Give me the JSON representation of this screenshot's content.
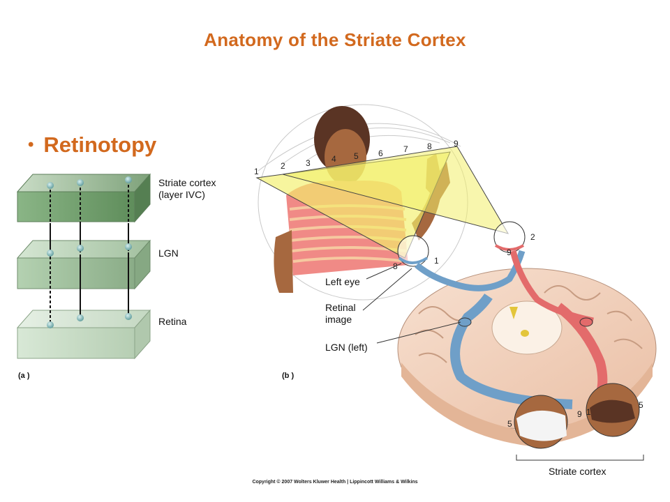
{
  "slide": {
    "title": "Anatomy of the Striate Cortex",
    "bullet": "Retinotopy"
  },
  "panel_a": {
    "tag": "(a )",
    "labels": {
      "striate": [
        "Striate cortex",
        "(layer IVC)"
      ],
      "lgn": "LGN",
      "retina": "Retina"
    }
  },
  "panel_b": {
    "tag": "(b )",
    "labels": {
      "left_eye": "Left eye",
      "retinal_image": [
        "Retinal",
        "image"
      ],
      "lgn_left": "LGN (left)",
      "striate_cortex": "Striate cortex"
    },
    "field_numbers": [
      "1",
      "2",
      "3",
      "4",
      "5",
      "6",
      "7",
      "8",
      "9"
    ],
    "eye_numbers": {
      "left_eye_8": "8",
      "left_eye_1": "1",
      "right_eye_9": "9",
      "right_eye_2": "2",
      "cortex_left_5": "5",
      "cortex_left_9": "9",
      "cortex_right_1": "1",
      "cortex_right_5": "5"
    }
  },
  "copyright": "Copyright © 2007 Wolters Kluwer Health | Lippincott Williams & Wilkins",
  "colors": {
    "title": "#d2691e",
    "slab_top": "#b7cfb4",
    "slab_front": "#8fb28b",
    "visual_field": "#f3ef6a",
    "optic_blue": "#6f9fc8",
    "optic_red": "#e36b6b",
    "brain": "#f2d2bd"
  }
}
